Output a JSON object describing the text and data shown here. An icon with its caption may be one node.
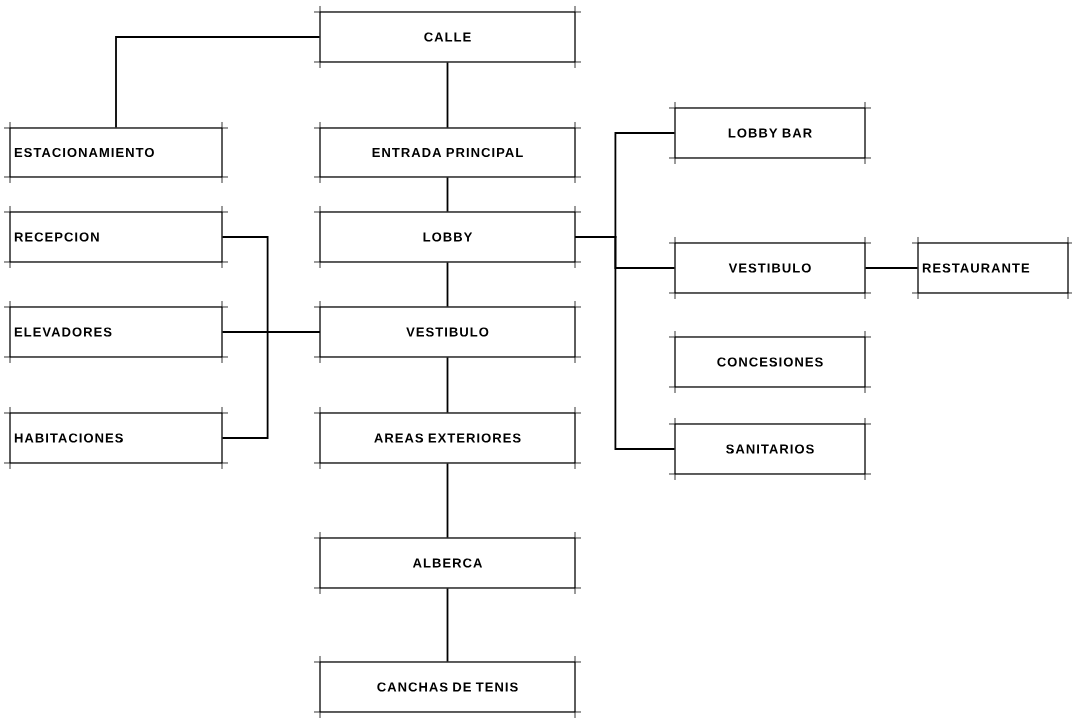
{
  "diagram": {
    "nodes": [
      {
        "text": [
          "CALLE"
        ]
      },
      {
        "text": [
          "ESTACIONAMIENTO"
        ]
      },
      {
        "text": [
          "ENTRADA PRINCIPAL"
        ]
      },
      {
        "text": [
          "LOBBY BAR"
        ]
      },
      {
        "text": [
          "RECEPCION"
        ]
      },
      {
        "text": [
          "LOBBY"
        ]
      },
      {
        "text": [
          "VESTIBULO"
        ]
      },
      {
        "text": [
          "RESTAURANTE"
        ]
      },
      {
        "text": [
          "ELEVADORES"
        ]
      },
      {
        "text": [
          "VESTIBULO"
        ]
      },
      {
        "text": [
          "CONCESIONES"
        ]
      },
      {
        "text": [
          "HABITACIONES"
        ]
      },
      {
        "text": [
          "AREAS EXTERIORES"
        ]
      },
      {
        "text": [
          "SANITARIOS"
        ]
      },
      {
        "text": [
          "ALBERCA"
        ]
      },
      {
        "text": [
          "CANCHAS DE TENIS"
        ]
      }
    ],
    "edges": [
      {
        "from": 0,
        "to": 1,
        "arrow": "none"
      },
      {
        "from": 0,
        "to": 2,
        "arrow": "none"
      },
      {
        "from": 2,
        "to": 5,
        "arrow": "none"
      },
      {
        "from": 5,
        "to": 3,
        "arrow": "none"
      },
      {
        "from": 5,
        "to": 6,
        "arrow": "none"
      },
      {
        "from": 5,
        "to": 13,
        "arrow": "none"
      },
      {
        "from": 6,
        "to": 7,
        "arrow": "none"
      },
      {
        "from": 5,
        "to": 9,
        "arrow": "none"
      },
      {
        "from": 9,
        "to": 4,
        "arrow": "none"
      },
      {
        "from": 9,
        "to": 8,
        "arrow": "none"
      },
      {
        "from": 9,
        "to": 11,
        "arrow": "none"
      },
      {
        "from": 9,
        "to": 12,
        "arrow": "none"
      },
      {
        "from": 12,
        "to": 14,
        "arrow": "none"
      },
      {
        "from": 14,
        "to": 15,
        "arrow": "none"
      }
    ]
  }
}
